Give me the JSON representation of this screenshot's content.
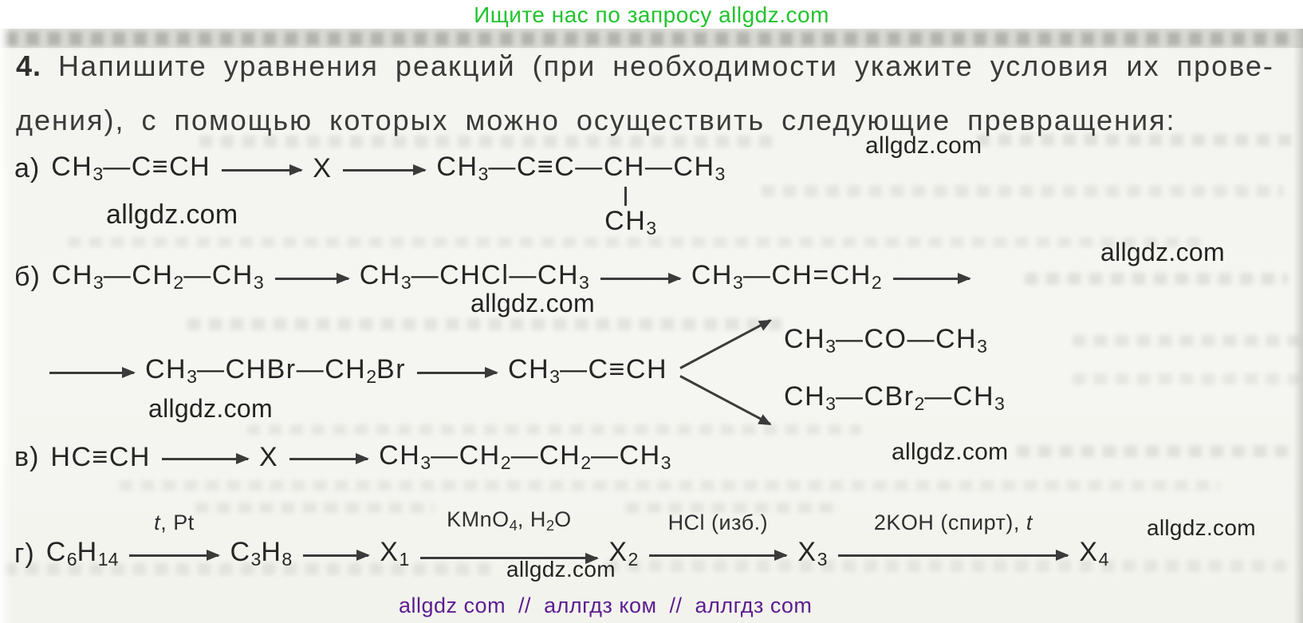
{
  "colors": {
    "promo_green": "#22c32e",
    "footer_purple": "#5c1d90",
    "ink": "#2c2c2c"
  },
  "header": {
    "promo": "Ищите нас по запросу allgdz.com"
  },
  "watermark": {
    "text": "allgdz.com"
  },
  "footer": {
    "text": "allgdz com  //  аллгдз ком  //  аллгдз com"
  },
  "task": {
    "number": "4.",
    "line1": "Напишите уравнения реакций (при необходимости укажите условия их прове-",
    "line2": "дения), с помощью которых можно осуществить следующие превращения:"
  },
  "chains": {
    "a": {
      "label": "а)",
      "start": "CH_3—C≡CH",
      "x": "X",
      "product_pre": "CH_3—C≡C—",
      "product_mid": "CH",
      "product_post": "—CH_3",
      "branch": "CH_3"
    },
    "b": {
      "label": "б)",
      "f1": "CH_3—CH_2—CH_3",
      "f2": "CH_3—CHCl—CH_3",
      "f3": "CH_3—CH=CH_2",
      "f4": "CH_3—CHBr—CH_2Br",
      "f5": "CH_3—C≡CH",
      "f6": "CH_3—CO—CH_3",
      "f7": "CH_3—CBr_2—CH_3"
    },
    "v": {
      "label": "в)",
      "f1": "HC≡CH",
      "x": "X",
      "f2": "CH_3—CH_2—CH_2—CH_3"
    },
    "g": {
      "label": "г)",
      "f1": "C_6H_14",
      "arrow1_label": "*t*, Pt",
      "f2": "C_3H_8",
      "x1": "X_1",
      "arrow3_label": "KMnO_4, H_2O",
      "x2": "X_2",
      "arrow4_label": "HCl (изб.)",
      "x3": "X_3",
      "arrow5_label": "2KOH (спирт), *t*",
      "x4": "X_4"
    }
  }
}
